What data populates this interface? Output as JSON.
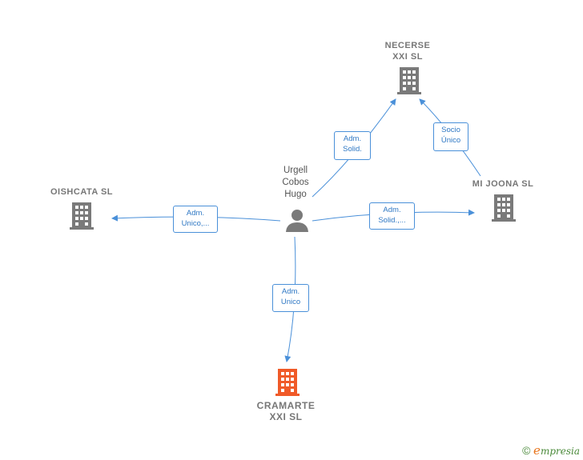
{
  "nodes": {
    "necerse": {
      "line1": "NECERSE",
      "line2": "XXI  SL",
      "icon": "building-icon",
      "color": "#7a7a7a"
    },
    "mijoona": {
      "line1": "MI JOONA  SL",
      "icon": "building-icon",
      "color": "#7a7a7a"
    },
    "oishcata": {
      "line1": "OISHCATA  SL",
      "icon": "building-icon",
      "color": "#7a7a7a"
    },
    "cramarte": {
      "line1": "CRAMARTE",
      "line2": "XXI  SL",
      "icon": "building-icon",
      "color": "#f05a28"
    },
    "person": {
      "line1": "Urgell",
      "line2": "Cobos",
      "line3": "Hugo",
      "icon": "person-icon",
      "color": "#7a7a7a"
    }
  },
  "edges": {
    "to_necerse": {
      "line1": "Adm.",
      "line2": "Solid."
    },
    "mijoona_necerse": {
      "line1": "Socio",
      "line2": "Único"
    },
    "to_oishcata": {
      "line1": "Adm.",
      "line2": "Unico,..."
    },
    "to_mijoona": {
      "line1": "Adm.",
      "line2": "Solid.,..."
    },
    "to_cramarte": {
      "line1": "Adm.",
      "line2": "Unico"
    }
  },
  "colors": {
    "edge": "#4a90d9"
  },
  "footer": {
    "copyright": "©",
    "brand_e": "e",
    "brand_rest": "mpresia"
  }
}
